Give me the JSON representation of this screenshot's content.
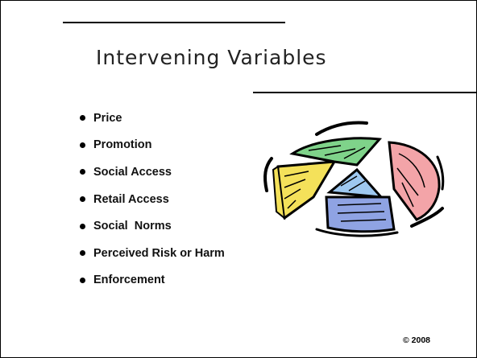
{
  "slide": {
    "title": "Intervening Variables",
    "bullets": [
      "Price",
      "Promotion",
      "Social Access",
      "Retail Access",
      "Social  Norms",
      "Perceived Risk or Harm",
      "Enforcement"
    ],
    "copyright": "© 2008"
  },
  "clipart": {
    "icon": "pie-chart-clipart-icon",
    "colors": [
      "#f4e15a",
      "#7fd38a",
      "#9ec8f0",
      "#f3a4a8",
      "#8fa3e3"
    ]
  }
}
